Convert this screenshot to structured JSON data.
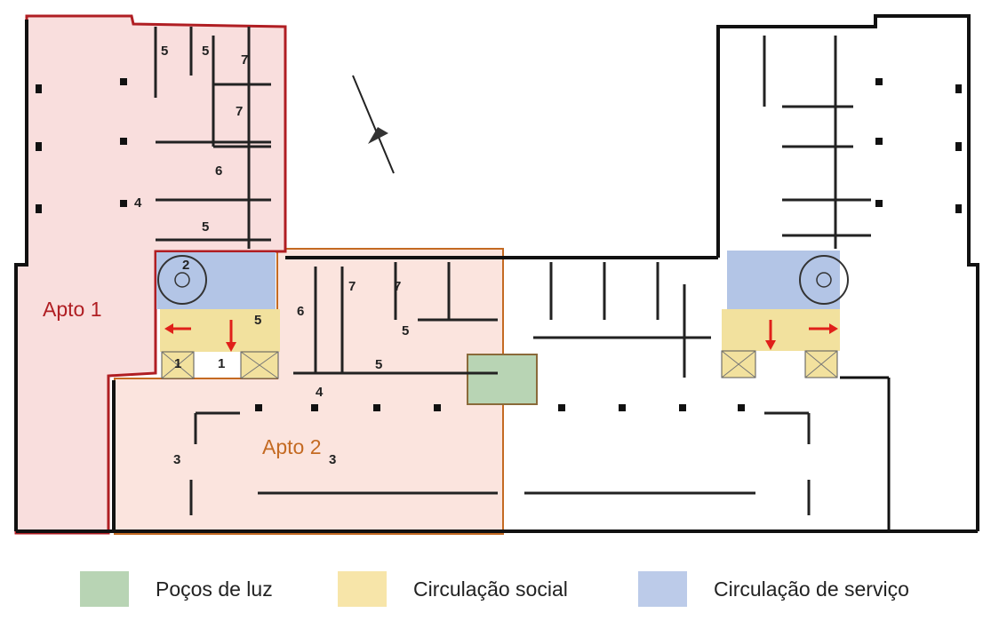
{
  "plan": {
    "apartments": [
      {
        "label": "Apto 1",
        "color": "#b01e23"
      },
      {
        "label": "Apto 2",
        "color": "#c46a22"
      }
    ],
    "room_numbers": [
      "5",
      "5",
      "7",
      "7",
      "6",
      "4",
      "5",
      "2",
      "7",
      "7",
      "6",
      "5",
      "5",
      "5",
      "4",
      "3",
      "3",
      "1",
      "1"
    ]
  },
  "legend": {
    "items": [
      {
        "label": "Poços de luz",
        "color": "#b8d4b4"
      },
      {
        "label": "Circulação social",
        "color": "#f7e5a9"
      },
      {
        "label": "Circulação de serviço",
        "color": "#bccbe9"
      }
    ]
  }
}
